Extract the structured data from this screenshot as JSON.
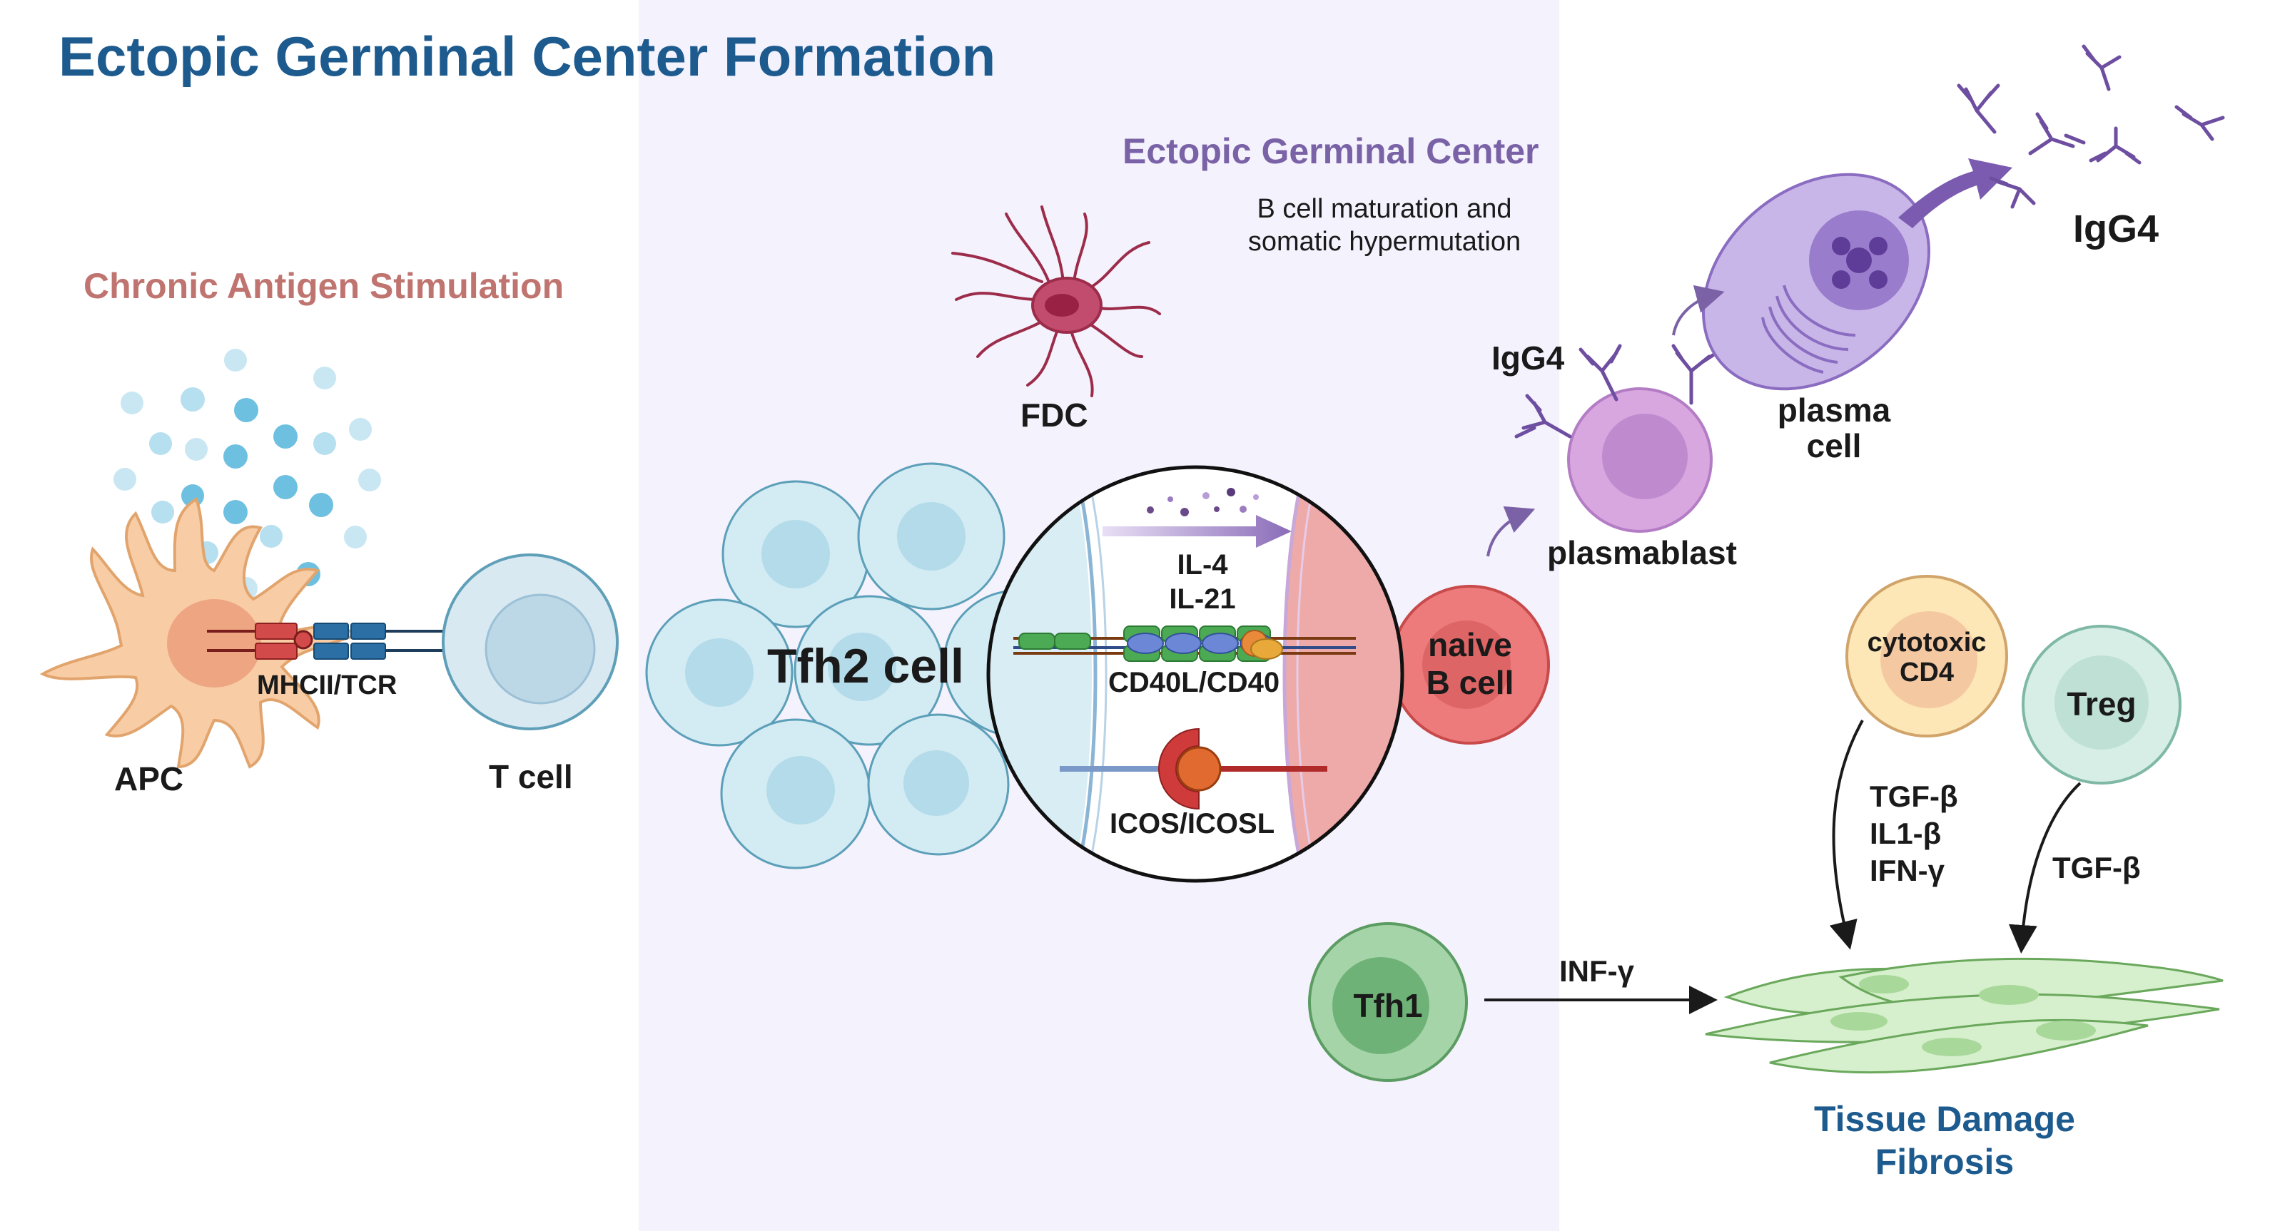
{
  "title": "Ectopic Germinal Center Formation",
  "sections": {
    "antigen": "Chronic Antigen Stimulation",
    "germinal_center": "Ectopic Germinal Center",
    "gc_description_line1": "B cell maturation and",
    "gc_description_line2": "somatic hypermutation"
  },
  "cells": {
    "apc": "APC",
    "t_cell": "T cell",
    "mhc_tcr": "MHCII/TCR",
    "tfh2": "Tfh2 cell",
    "fdc": "FDC",
    "naive_b_line1": "naive",
    "naive_b_line2": "B cell",
    "plasmablast": "plasmablast",
    "plasma_line1": "plasma",
    "plasma_line2": "cell",
    "cytotoxic_line1": "cytotoxic",
    "cytotoxic_line2": "CD4",
    "treg": "Treg",
    "tfh1": "Tfh1"
  },
  "synapse": {
    "cytokine1": "IL-4",
    "cytokine2": "IL-21",
    "pair1": "CD40L/CD40",
    "pair2": "ICOS/ICOSL"
  },
  "antibodies": {
    "igg4_small": "IgG4",
    "igg4_large": "IgG4"
  },
  "mediators": {
    "cyto_1": "TGF-β",
    "cyto_2": "IL1-β",
    "cyto_3": "IFN-γ",
    "treg_1": "TGF-β",
    "tfh1_1": "INF-γ"
  },
  "outcome": {
    "line1": "Tissue Damage",
    "line2": "Fibrosis"
  },
  "colors": {
    "title": "#1d5a8e",
    "antigen_title": "#c07470",
    "gc_title": "#7a62a6",
    "gc_panel": "#f4f2fd",
    "outcome": "#1d5a8e"
  }
}
